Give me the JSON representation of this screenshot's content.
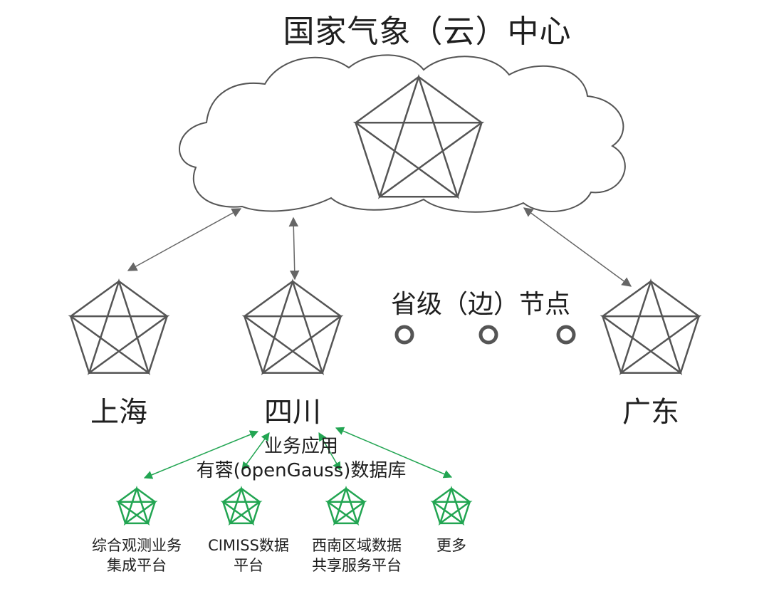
{
  "title": "国家气象（云）中心",
  "provincial_nodes_label": "省级（边）节点",
  "nodes": {
    "shanghai": "上海",
    "sichuan": "四川",
    "guangdong": "广东"
  },
  "sichuan_app": {
    "line1": "业务应用",
    "line2": "有蓉(openGauss)数据库"
  },
  "platforms": [
    {
      "line1": "综合观测业务",
      "line2": "集成平台"
    },
    {
      "line1": "CIMISS数据",
      "line2": "平台"
    },
    {
      "line1": "西南区域数据",
      "line2": "共享服务平台"
    },
    {
      "line1": "更多",
      "line2": ""
    }
  ],
  "colors": {
    "stroke": "#555555",
    "arrow": "#666666",
    "green": "#22a552"
  }
}
